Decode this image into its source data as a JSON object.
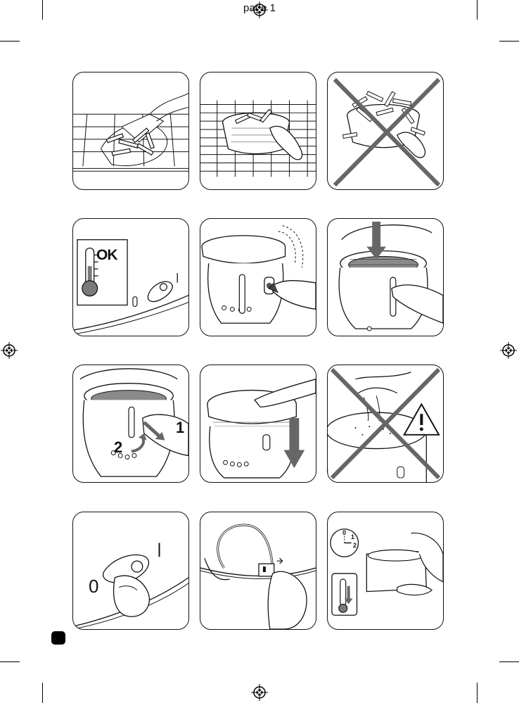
{
  "header": {
    "page_label": "page 1"
  },
  "panels": {
    "thermo_ok": {
      "label": "OK"
    },
    "remove_basket": {
      "step1": "1",
      "step2": "2"
    },
    "switch_off": {
      "zero": "0"
    },
    "cooling": {
      "dial_0": "0",
      "dial_1": "1",
      "dial_2": "2"
    }
  },
  "colors": {
    "ink": "#111111",
    "thermometer_red": "#7a7a7a",
    "accent_grey": "#666666",
    "badge": "#000000"
  },
  "icons": [
    "registration-mark-icon",
    "crop-mark-icon",
    "thermometer-icon",
    "warning-icon",
    "arrow-down-icon",
    "clock-dial-icon"
  ]
}
